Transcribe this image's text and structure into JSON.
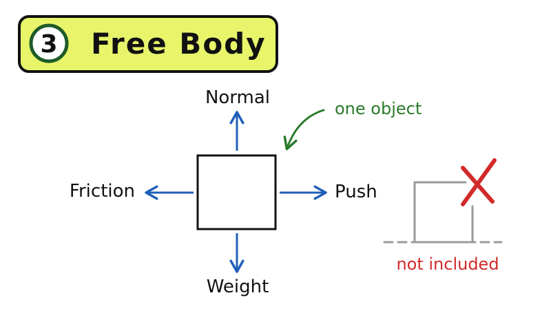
{
  "header": {
    "step_number": "3",
    "title": "Free Body"
  },
  "labels": {
    "normal": "Normal",
    "friction": "Friction",
    "push": "Push",
    "weight": "Weight",
    "one_object": "one object",
    "not_included": "not included"
  },
  "colors": {
    "banner_fill": "#e8f56a",
    "badge_ring": "#1e5b28",
    "arrow_blue": "#1f5fb8",
    "annotation_green": "#2a7a2a",
    "reject_red": "#d22a2a",
    "excluded_gray": "#9a9a9a",
    "ink": "#111111"
  },
  "icons": {
    "reject_mark": "x-mark-icon"
  }
}
